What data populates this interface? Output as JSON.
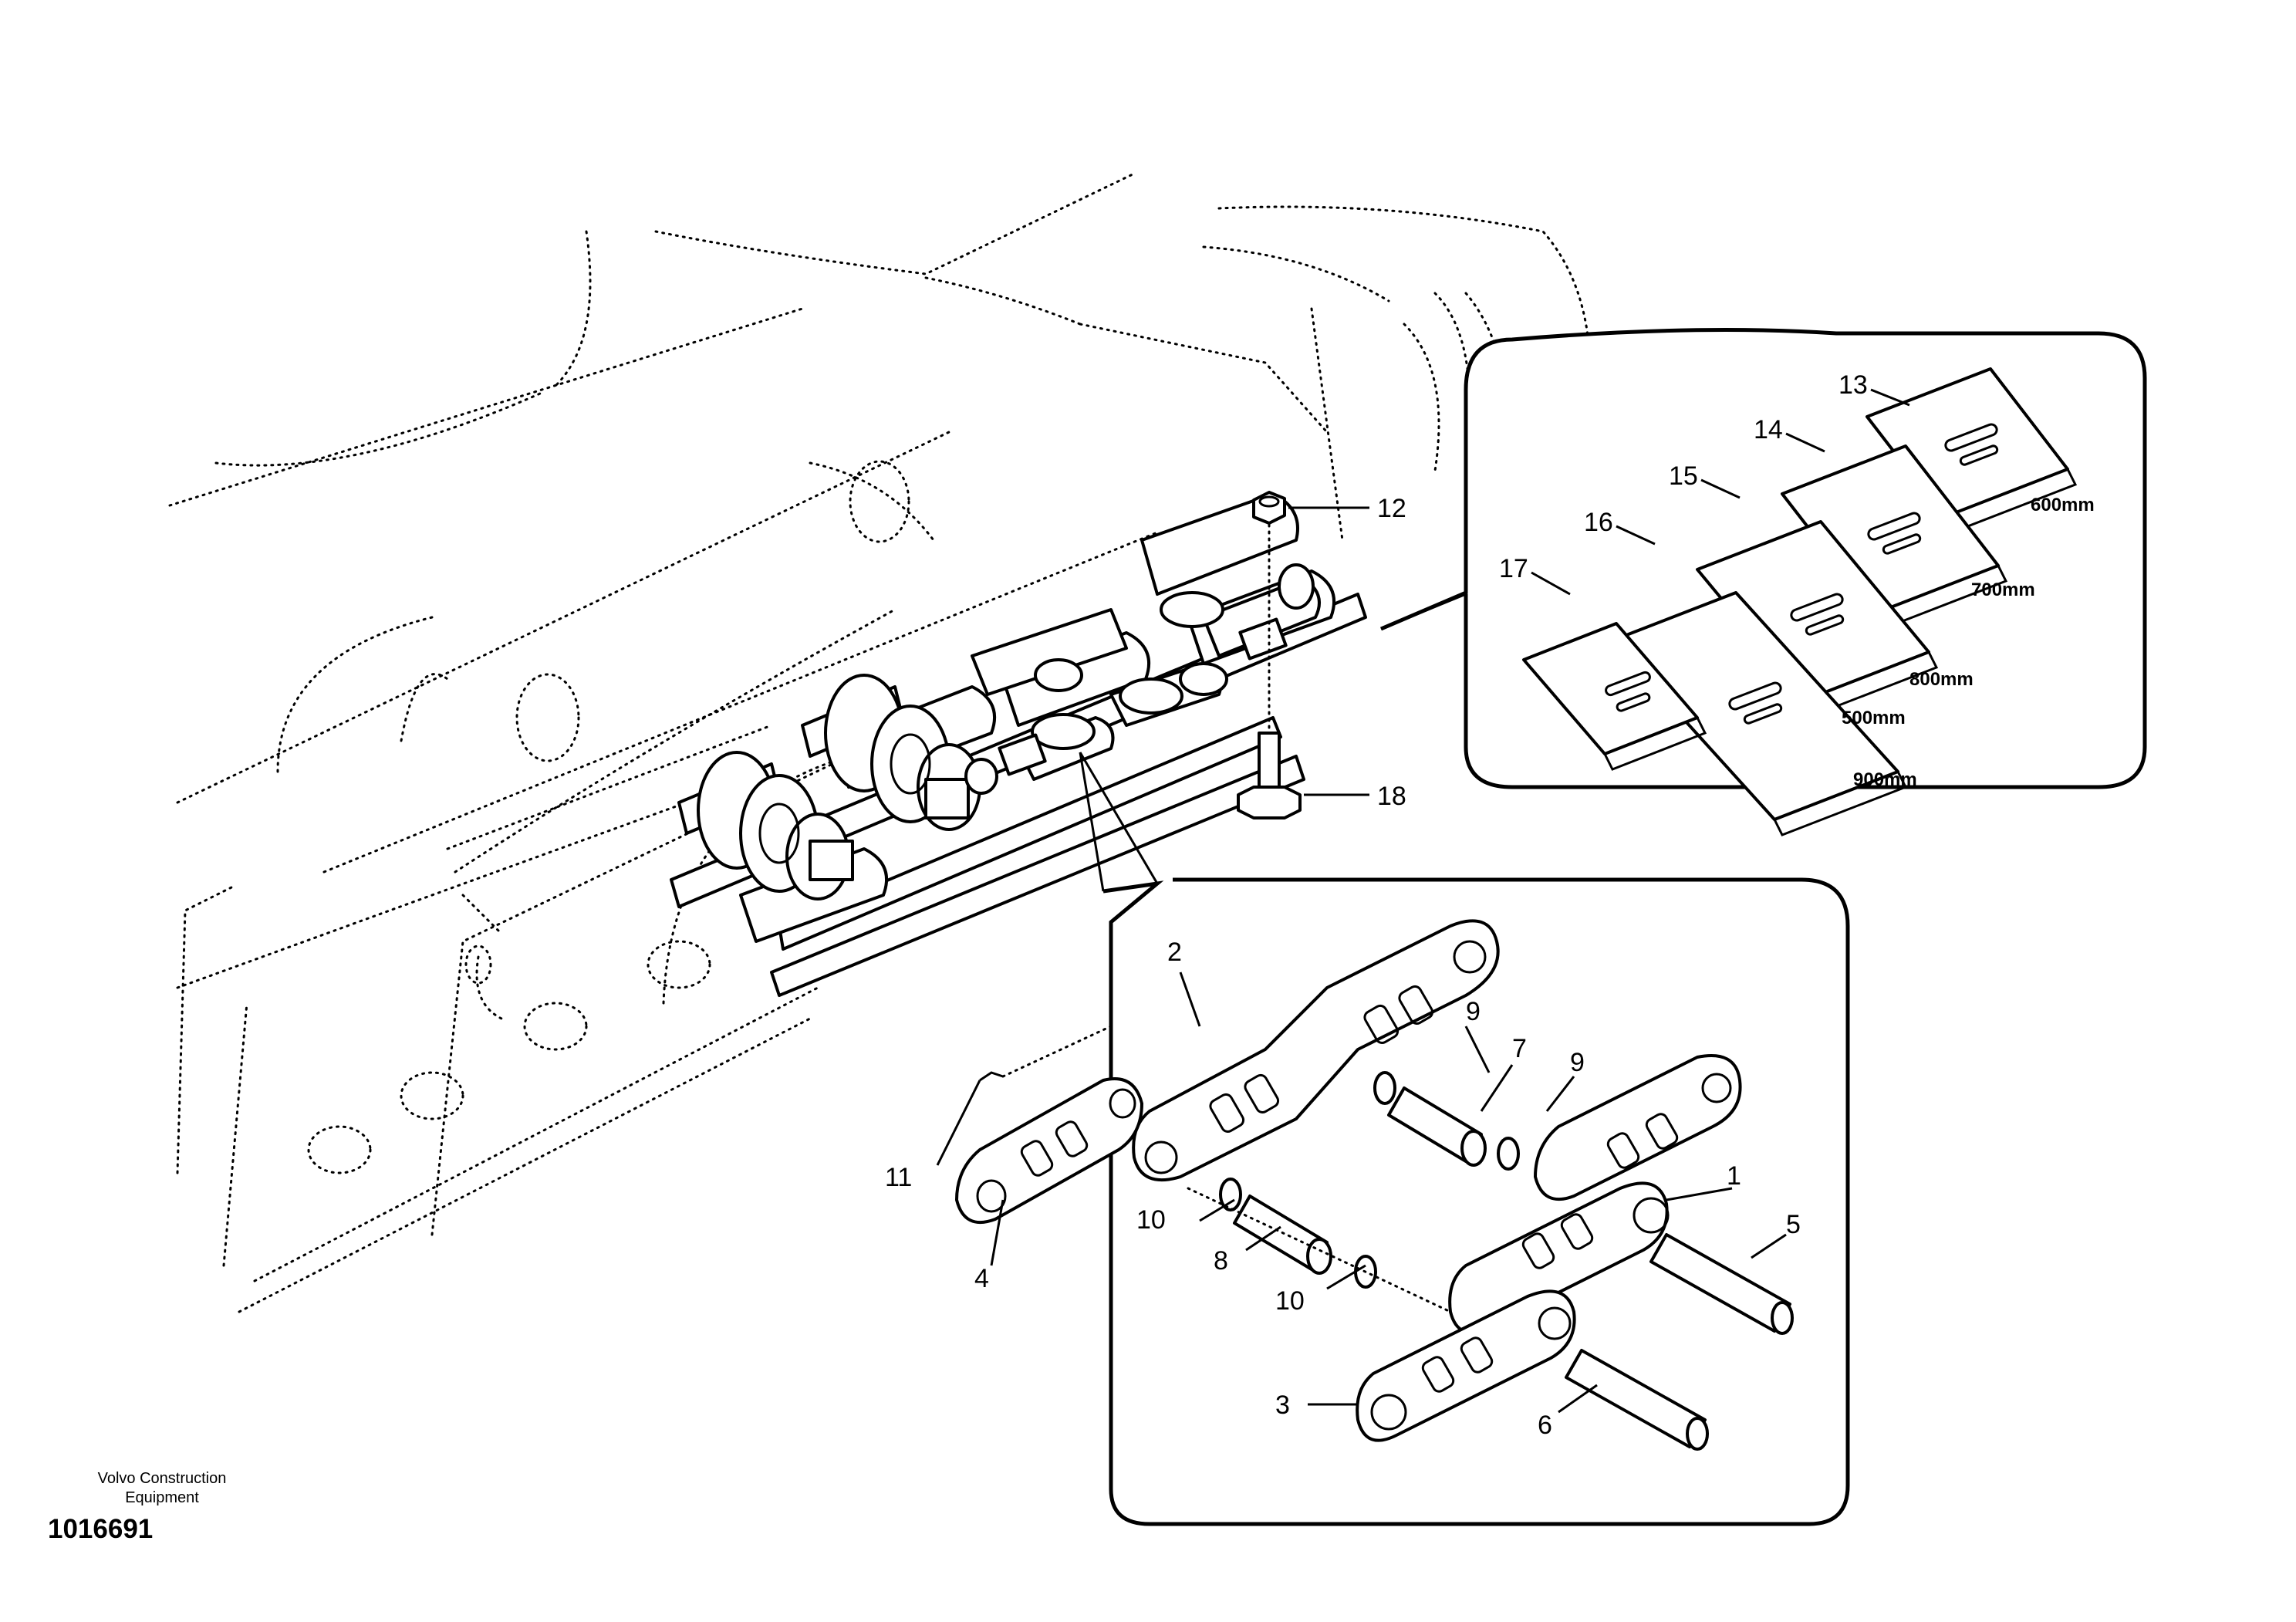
{
  "callouts": {
    "c1": "1",
    "c2": "2",
    "c3": "3",
    "c4": "4",
    "c5": "5",
    "c6": "6",
    "c7": "7",
    "c8": "8",
    "c9a": "9",
    "c9b": "9",
    "c10a": "10",
    "c10b": "10",
    "c11": "11",
    "c12": "12",
    "c13": "13",
    "c14": "14",
    "c15": "15",
    "c16": "16",
    "c17": "17",
    "c18": "18"
  },
  "shoe_widths": {
    "w600": "600mm",
    "w700": "700mm",
    "w800": "800mm",
    "w900": "900mm",
    "w500": "500mm"
  },
  "footer": {
    "publisher_line1": "Volvo Construction",
    "publisher_line2": "Equipment",
    "figure_number": "1016691"
  }
}
